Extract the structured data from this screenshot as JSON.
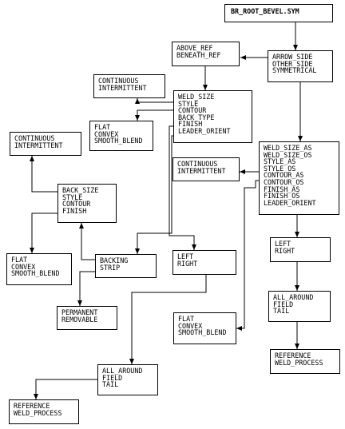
{
  "boxes": {
    "br_root": [
      "BR_ROOT_BEVEL.SYM"
    ],
    "above_ref": [
      "ABOVE_REF",
      "BENEATH_REF"
    ],
    "arrow_side": [
      "ARROW_SIDE",
      "OTHER_SIDE",
      "SYMMETRICAL"
    ],
    "cont_int_1": [
      "CONTINUOUS",
      "INTERMITTENT"
    ],
    "weld_props": [
      "WELD_SIZE",
      "STYLE",
      "CONTOUR",
      "BACK_TYPE",
      "FINISH",
      "LEADER_ORIENT"
    ],
    "flat_1": [
      "FLAT",
      "CONVEX",
      "SMOOTH_BLEND"
    ],
    "cont_int_2": [
      "CONTINUOUS",
      "INTERMITTENT"
    ],
    "weld_sym": [
      "WELD_SIZE_AS",
      "WELD_SIZE_OS",
      "STYLE_AS",
      "STYLE_OS",
      "CONTOUR_AS",
      "CONTOUR_OS",
      "FINISH_AS",
      "FINISH_OS",
      "LEADER_ORIENT"
    ],
    "cont_int_3": [
      "CONTINUOUS",
      "INTERMITTENT"
    ],
    "back_size": [
      "BACK_SIZE",
      "STYLE",
      "CONTOUR",
      "FINISH"
    ],
    "flat_2": [
      "FLAT",
      "CONVEX",
      "SMOOTH_BLEND"
    ],
    "backing": [
      "BACKING",
      "STRIP"
    ],
    "left_right_1": [
      "LEFT",
      "RIGHT"
    ],
    "left_right_2": [
      "LEFT",
      "RIGHT"
    ],
    "perm": [
      "PERMANENT",
      "REMOVABLE"
    ],
    "flat_3": [
      "FLAT",
      "CONVEX",
      "SMOOTH_BLEND"
    ],
    "all_around_1": [
      "ALL_AROUND",
      "FIELD",
      "TAIL"
    ],
    "all_around_2": [
      "ALL_AROUND",
      "FIELD",
      "TAIL"
    ],
    "ref_1": [
      "REFERENCE",
      "WELD_PROCESS"
    ],
    "ref_2": [
      "REFERENCE",
      "WELD_PROCESS"
    ]
  }
}
